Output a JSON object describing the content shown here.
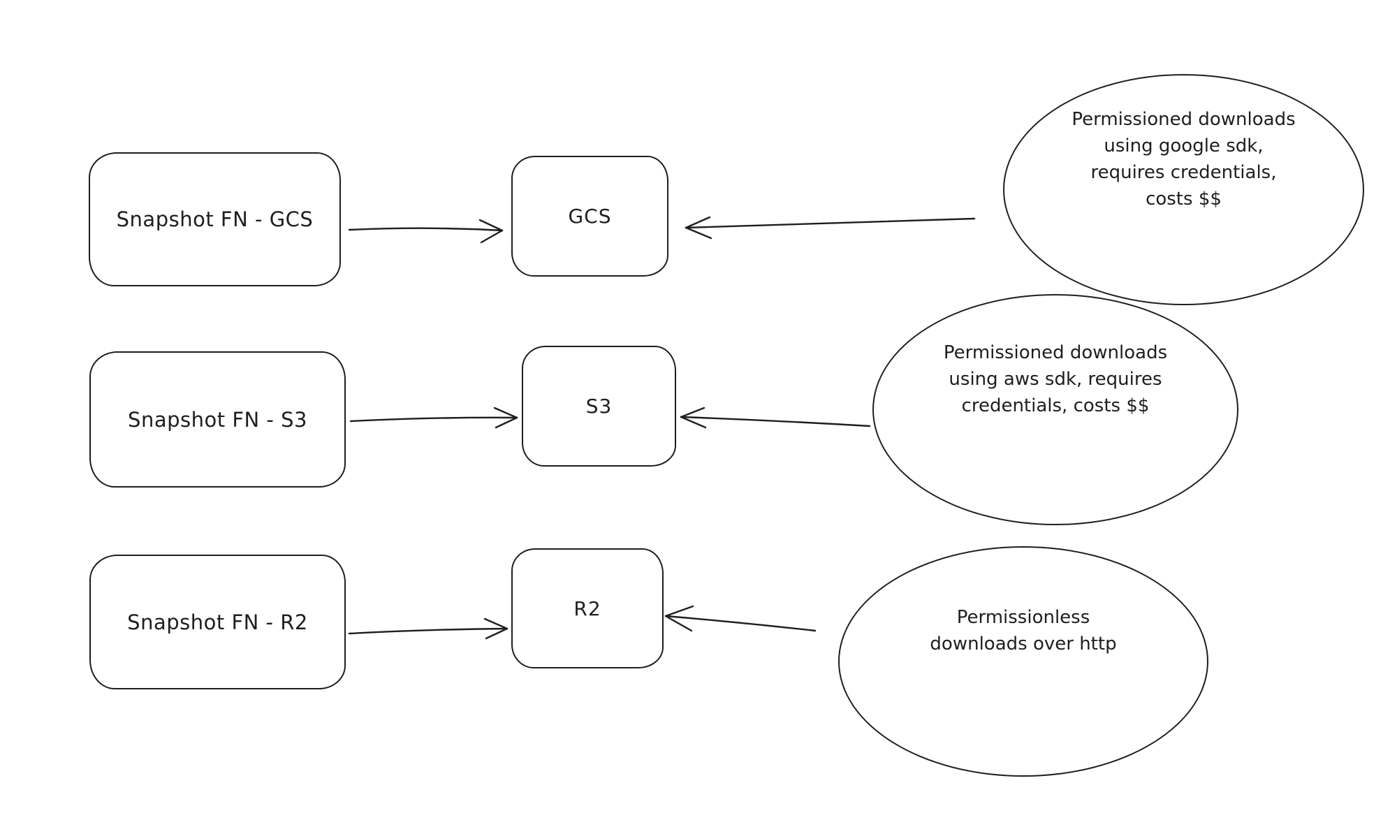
{
  "diagram": {
    "background_color": "#ffffff",
    "stroke_color": "#1e1e1e",
    "rows": [
      {
        "source_label": "Snapshot FN - GCS",
        "target_label": "GCS",
        "note_label": "Permissioned downloads\nusing google sdk,\nrequires credentials,\ncosts $$"
      },
      {
        "source_label": "Snapshot FN - S3",
        "target_label": "S3",
        "note_label": "Permissioned downloads\nusing aws sdk, requires\ncredentials, costs $$"
      },
      {
        "source_label": "Snapshot FN - R2",
        "target_label": "R2",
        "note_label": "Permissionless\ndownloads over http"
      }
    ]
  }
}
